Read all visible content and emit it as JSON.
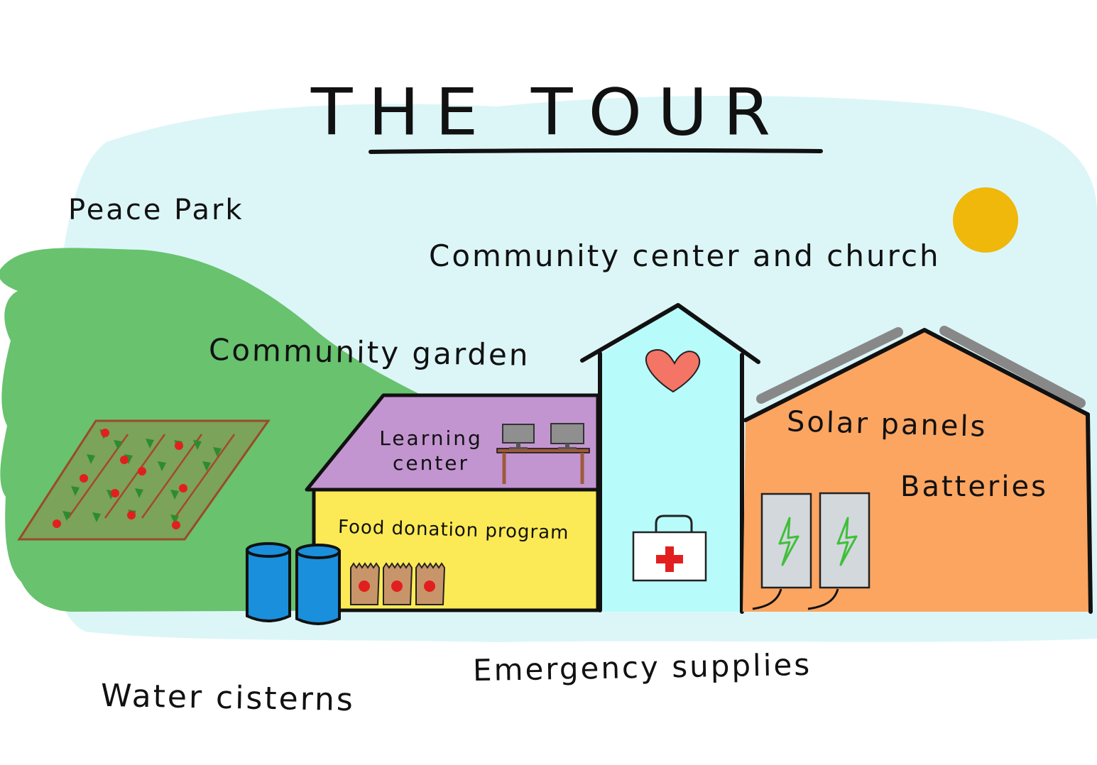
{
  "title": "THE TOUR",
  "labels": {
    "peace_park": "Peace Park",
    "community_center": "Community center and church",
    "community_garden": "Community garden",
    "learning_center_line1": "Learning",
    "learning_center_line2": "center",
    "food_donation": "Food donation program",
    "solar_panels": "Solar panels",
    "batteries": "Batteries",
    "emergency_supplies": "Emergency supplies",
    "water_cisterns": "Water cisterns"
  },
  "colors": {
    "sky": "#dcf6f8",
    "hill": "#68c26e",
    "garden_plot": "#7ba35a",
    "learning_roof": "#c295d0",
    "food_wall": "#fbea55",
    "center_tower": "#b8fbfb",
    "heart": "#f47466",
    "solar_house": "#fba561",
    "solar_panel": "#888888",
    "battery": "#d3d8dd",
    "bolt": "#3fbf3a",
    "cistern": "#1a8fdc",
    "sun": "#efb80a",
    "bag": "#c8956a",
    "apple": "#e21f1f"
  },
  "icons": [
    "sun-icon",
    "heart-icon",
    "first-aid-kit-icon",
    "lightning-bolt-icon",
    "apple-icon",
    "computer-monitor-icon"
  ]
}
